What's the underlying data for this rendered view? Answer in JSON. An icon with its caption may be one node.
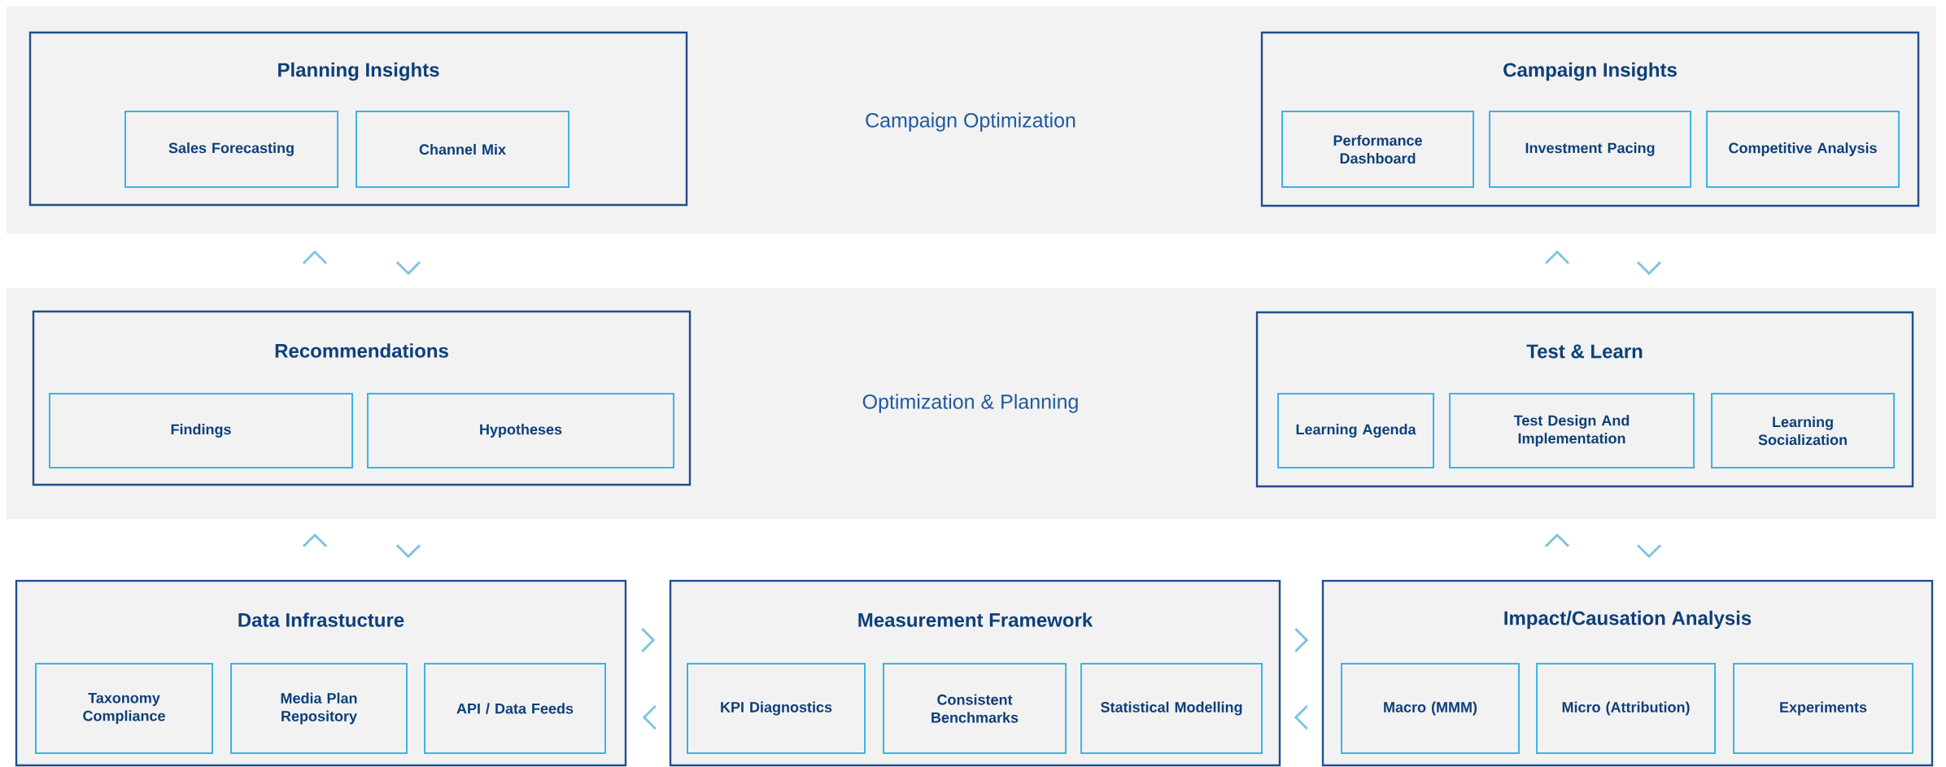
{
  "diagram": {
    "nodes": [
      {
        "text": [
          "Campaign Optimization"
        ]
      },
      {
        "text": [
          "Planning Insights"
        ],
        "in": 0
      },
      {
        "text": [
          "Sales Forecasting"
        ],
        "in": 1
      },
      {
        "text": [
          "Channel Mix"
        ],
        "in": 1
      },
      {
        "text": [
          "Campaign Insights"
        ],
        "in": 0
      },
      {
        "text": [
          "Performance Dashboard"
        ],
        "in": 4
      },
      {
        "text": [
          "Investment Pacing"
        ],
        "in": 4
      },
      {
        "text": [
          "Competitive Analysis"
        ],
        "in": 4
      },
      {
        "text": [
          "Optimization & Planning"
        ]
      },
      {
        "text": [
          "Recommendations"
        ],
        "in": 8
      },
      {
        "text": [
          "Findings"
        ],
        "in": 9
      },
      {
        "text": [
          "Hypotheses"
        ],
        "in": 9
      },
      {
        "text": [
          "Test & Learn"
        ],
        "in": 8
      },
      {
        "text": [
          "Learning Agenda"
        ],
        "in": 12
      },
      {
        "text": [
          "Test Design And Implementation"
        ],
        "in": 12
      },
      {
        "text": [
          "Learning Socialization"
        ],
        "in": 12
      },
      {
        "text": [
          "Data Infrastucture"
        ]
      },
      {
        "text": [
          "Taxonomy Compliance"
        ],
        "in": 16
      },
      {
        "text": [
          "Media Plan Repository"
        ],
        "in": 16
      },
      {
        "text": [
          "API / Data Feeds"
        ],
        "in": 16
      },
      {
        "text": [
          "Measurement Framework"
        ]
      },
      {
        "text": [
          "KPI    Diagnostics"
        ],
        "in": 20
      },
      {
        "text": [
          "Consistent Benchmarks"
        ],
        "in": 20
      },
      {
        "text": [
          "Statistical Modelling"
        ],
        "in": 20
      },
      {
        "text": [
          "Impact/Causation Analysis"
        ]
      },
      {
        "text": [
          "Macro    (MMM)"
        ],
        "in": 24
      },
      {
        "text": [
          "Micro (Attribution)"
        ],
        "in": 24
      },
      {
        "text": [
          "Experiments"
        ],
        "in": 24
      }
    ],
    "edges": [
      {
        "from": 9,
        "to": 1,
        "arrow": "to"
      },
      {
        "from": 1,
        "to": 9,
        "arrow": "to"
      },
      {
        "from": 12,
        "to": 4,
        "arrow": "to"
      },
      {
        "from": 4,
        "to": 12,
        "arrow": "to"
      },
      {
        "from": 16,
        "to": 9,
        "arrow": "to"
      },
      {
        "from": 9,
        "to": 16,
        "arrow": "to"
      },
      {
        "from": 24,
        "to": 12,
        "arrow": "to"
      },
      {
        "from": 12,
        "to": 24,
        "arrow": "to"
      },
      {
        "from": 16,
        "to": 20,
        "arrow": "to"
      },
      {
        "from": 20,
        "to": 16,
        "arrow": "to"
      },
      {
        "from": 20,
        "to": 24,
        "arrow": "to"
      },
      {
        "from": 24,
        "to": 20,
        "arrow": "to"
      }
    ]
  }
}
